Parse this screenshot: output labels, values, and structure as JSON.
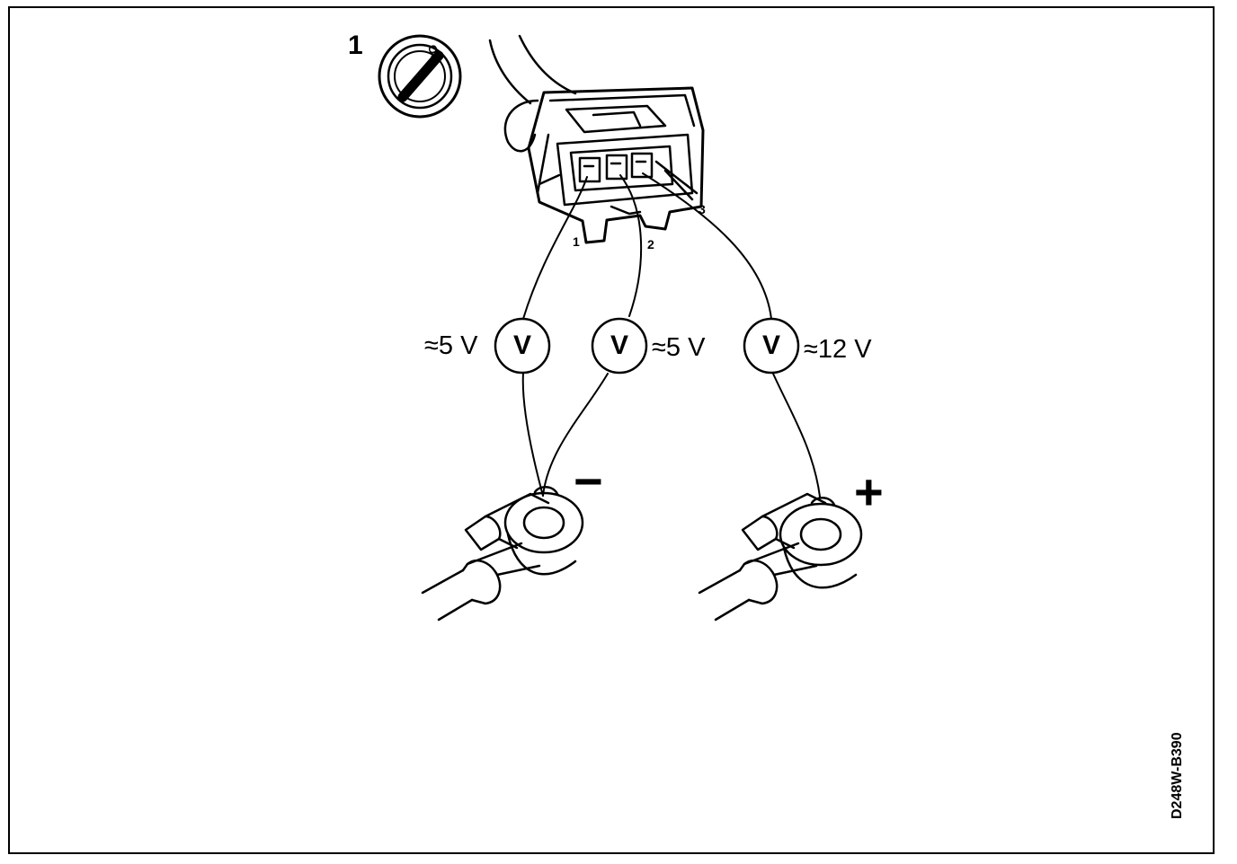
{
  "step_number": "1",
  "ignition": {
    "position_label": "ON"
  },
  "connector": {
    "pins": [
      "1",
      "2",
      "3"
    ]
  },
  "meters": [
    {
      "symbol": "V",
      "reading": "≈5 V"
    },
    {
      "symbol": "V",
      "reading": "≈5 V"
    },
    {
      "symbol": "V",
      "reading": "≈12 V"
    }
  ],
  "terminals": {
    "negative": "−",
    "positive": "+"
  },
  "reference_code": "D248W-B390"
}
